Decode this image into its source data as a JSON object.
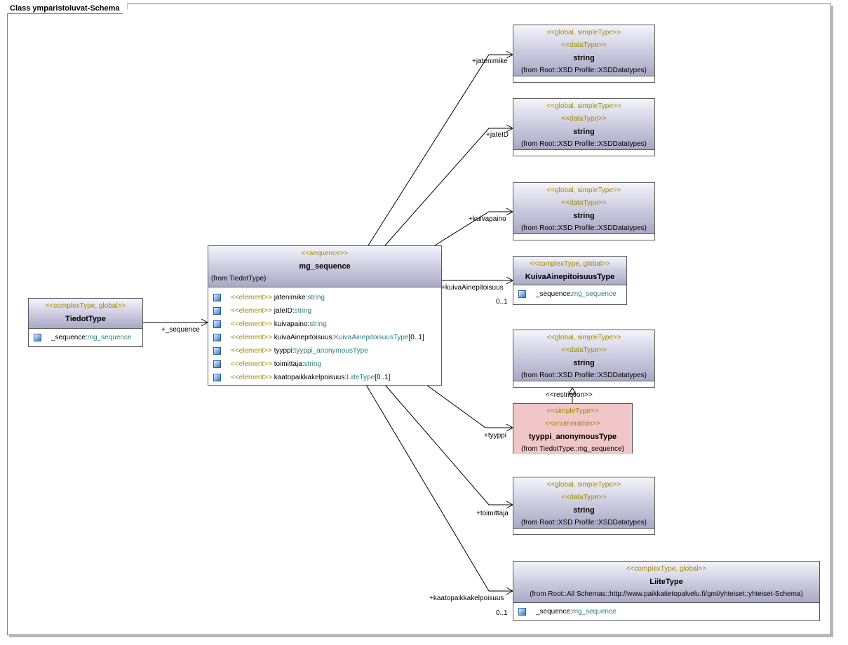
{
  "frame": {
    "title": "Class ymparistoluvat-Schema"
  },
  "classes": {
    "string1": {
      "stereotype1": "<<global, simpleType>>",
      "stereotype2": "<<dataType>>",
      "name": "string",
      "from": "(from Root::XSD Profile::XSDDatatypes)"
    },
    "string2": {
      "stereotype1": "<<global, simpleType>>",
      "stereotype2": "<<dataType>>",
      "name": "string",
      "from": "(from Root::XSD Profile::XSDDatatypes)"
    },
    "string3": {
      "stereotype1": "<<global, simpleType>>",
      "stereotype2": "<<dataType>>",
      "name": "string",
      "from": "(from Root::XSD Profile::XSDDatatypes)"
    },
    "kuiva": {
      "stereotype1": "<<complexType, global>>",
      "name": "KuivaAinepitoisuusType",
      "attr": {
        "name": "_sequence:",
        "type": "mg_sequence"
      }
    },
    "string4": {
      "stereotype1": "<<global, simpleType>>",
      "stereotype2": "<<dataType>>",
      "name": "string",
      "from": "(from Root::XSD Profile::XSDDatatypes)"
    },
    "tyyppi": {
      "stereotype1": "<<simpleType>>",
      "stereotype2": "<<enumeration>>",
      "name": "tyyppi_anonymousType",
      "from": "(from TiedotType::mg_sequence)"
    },
    "string5": {
      "stereotype1": "<<global, simpleType>>",
      "stereotype2": "<<dataType>>",
      "name": "string",
      "from": "(from Root::XSD Profile::XSDDatatypes)"
    },
    "liite": {
      "stereotype1": "<<complexType, global>>",
      "name": "LiiteType",
      "from": "(from Root::All Schemas::http://www.paikkatietopalvelu.fi/gml/yhteiset::yhteiset-Schema)",
      "attr": {
        "name": "_sequence:",
        "type": "mg_sequence"
      }
    },
    "tiedot": {
      "stereotype1": "<<complexType, global>>",
      "name": "TiedotType",
      "attr": {
        "name": "_sequence:",
        "type": "mg_sequence"
      }
    },
    "mg": {
      "stereotype1": "<<sequence>>",
      "name": "mg_sequence",
      "from": "(from TiedotType)",
      "attrs": [
        {
          "stereotype": "<<element>>",
          "name": " jatenimike:",
          "type": "string",
          "mult": ""
        },
        {
          "stereotype": "<<element>>",
          "name": " jateID:",
          "type": "string",
          "mult": ""
        },
        {
          "stereotype": "<<element>>",
          "name": " kuivapaino:",
          "type": "string",
          "mult": ""
        },
        {
          "stereotype": "<<element>>",
          "name": " kuivaAinepitoisuus:",
          "type": "KuivaAinepitoisuusType",
          "mult": "[0..1]"
        },
        {
          "stereotype": "<<element>>",
          "name": " tyyppi:",
          "type": "tyyppi_anonymousType",
          "mult": ""
        },
        {
          "stereotype": "<<element>>",
          "name": " toimittaja:",
          "type": "string",
          "mult": ""
        },
        {
          "stereotype": "<<element>>",
          "name": " kaatopaikkakelpoisuus:",
          "type": "LiiteType",
          "mult": "[0..1]"
        }
      ]
    }
  },
  "labels": {
    "jatenimike": "+jatenimike",
    "jateID": "+jateID",
    "kuivapaino": "+kuivapaino",
    "kuivaAinepitoisuus": "+kuivaAinepitoisuus",
    "kuivaMult": "0..1",
    "sequence": "+_sequence",
    "restriction": "<<restriction>>",
    "tyyppi": "+tyyppi",
    "toimittaja": "+toimittaja",
    "kaatopaikkakelpoisuus": "+kaatopaikkakelpoisuus",
    "kaatoMult": "0..1"
  }
}
